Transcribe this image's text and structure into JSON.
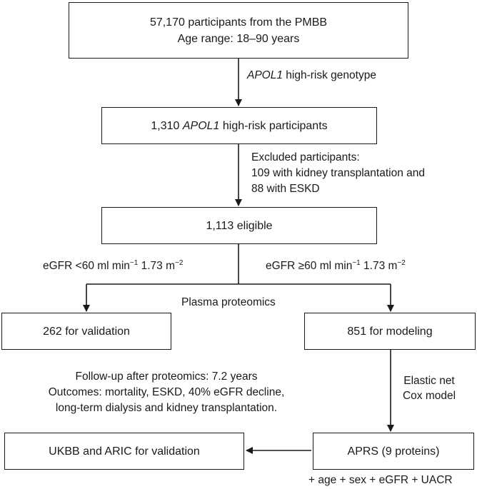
{
  "boxes": {
    "pmbb": {
      "line1": "57,170 participants from the PMBB",
      "line2": "Age range: 18–90 years"
    },
    "highrisk": {
      "count": "1,310",
      "gene": "APOL1",
      "rest": "high-risk participants"
    },
    "eligible": {
      "text": "1,113 eligible"
    },
    "validation": {
      "text": "262 for validation"
    },
    "modeling": {
      "text": "851 for modeling"
    },
    "aprs": {
      "text": "APRS (9 proteins)"
    },
    "ukbb": {
      "text": "UKBB and ARIC for validation"
    }
  },
  "labels": {
    "genotype": {
      "gene": "APOL1",
      "rest": "high-risk genotype"
    },
    "excluded": {
      "line1": "Excluded participants:",
      "line2": "109 with kidney transplantation and",
      "line3": "88 with ESKD"
    },
    "egfr_low": {
      "prefix": "eGFR <60 ml min",
      "exp1": "−1",
      "mid": " 1.73 m",
      "exp2": "−2"
    },
    "egfr_high": {
      "prefix": "eGFR ≥60 ml min",
      "exp1": "−1",
      "mid": " 1.73 m",
      "exp2": "−2"
    },
    "plasma": "Plasma proteomics",
    "followup": {
      "line1": "Follow-up after proteomics: 7.2 years",
      "line2": "Outcomes: mortality, ESKD, 40% eGFR decline,",
      "line3": "long-term dialysis and kidney transplantation."
    },
    "elastic": {
      "line1": "Elastic net",
      "line2": "Cox model"
    },
    "covariates": "+ age + sex + eGFR + UACR"
  }
}
